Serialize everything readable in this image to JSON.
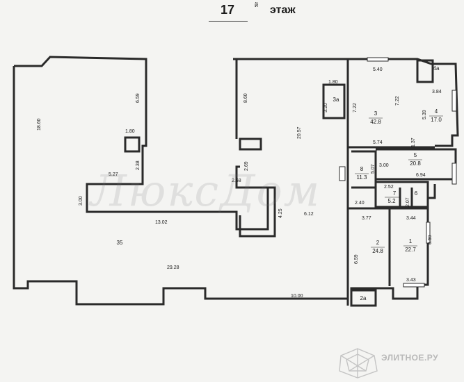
{
  "header": {
    "floor_number": "17",
    "floor_suffix": "й",
    "floor_word": "этаж"
  },
  "watermark": {
    "text": "ЛюксДом"
  },
  "rooms": [
    {
      "id": "1",
      "area": "22.7"
    },
    {
      "id": "2",
      "area": "24.8"
    },
    {
      "id": "3",
      "area": "42.8"
    },
    {
      "id": "3а",
      "area": ""
    },
    {
      "id": "4",
      "area": "17.0"
    },
    {
      "id": "4а",
      "area": ""
    },
    {
      "id": "5",
      "area": "20.8"
    },
    {
      "id": "6",
      "area": ""
    },
    {
      "id": "7",
      "area": "5.2"
    },
    {
      "id": "8",
      "area": "11.3"
    },
    {
      "id": "2а",
      "area": ""
    },
    {
      "id": "35",
      "area": ""
    }
  ],
  "dimensions": [
    "18.60",
    "6.59",
    "1.80",
    "2.38",
    "5.27",
    "3.00",
    "13.02",
    "29.28",
    "10.00",
    "8.60",
    "20.57",
    "2.69",
    "2.68",
    "4.25",
    "6.12",
    "1.80",
    "3.20",
    "7.22",
    "7.22",
    "5.40",
    "3.84",
    "5.39",
    "5.74",
    "1.37",
    "5.07",
    "3.00",
    "6.94",
    "2.52",
    "2.40",
    "2.07",
    "3.77",
    "3.44",
    "6.59",
    "6.59",
    "3.43"
  ],
  "branding": {
    "site": "ЭЛИТНОЕ.РУ"
  },
  "colors": {
    "wall": "#2a2a2a",
    "paper": "#f4f4f2",
    "watermark": "#9a9a9a"
  }
}
